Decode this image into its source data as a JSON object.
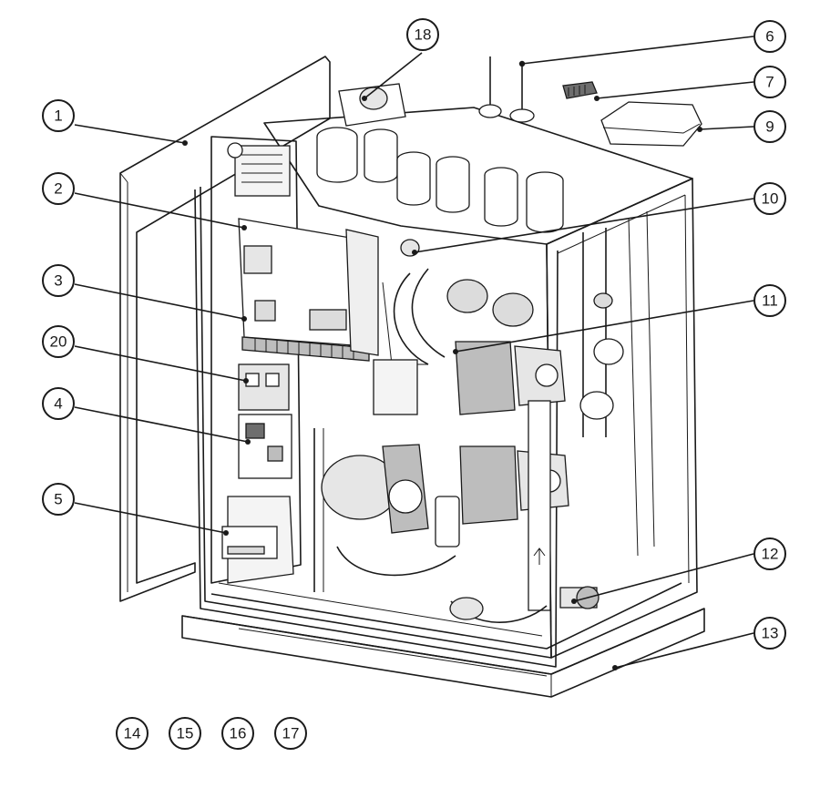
{
  "callouts": {
    "c1": "1",
    "c2": "2",
    "c3": "3",
    "c4": "4",
    "c5": "5",
    "c6": "6",
    "c7": "7",
    "c9": "9",
    "c10": "10",
    "c11": "11",
    "c12": "12",
    "c13": "13",
    "c14": "14",
    "c15": "15",
    "c16": "16",
    "c17": "17",
    "c18": "18",
    "c20": "20"
  },
  "colors": {
    "line": "#1a1a1a",
    "panel_fill": "#ffffff",
    "shade_light": "#e6e6e6",
    "shade_mid": "#bdbdbd",
    "shade_dark": "#6e6e6e"
  }
}
